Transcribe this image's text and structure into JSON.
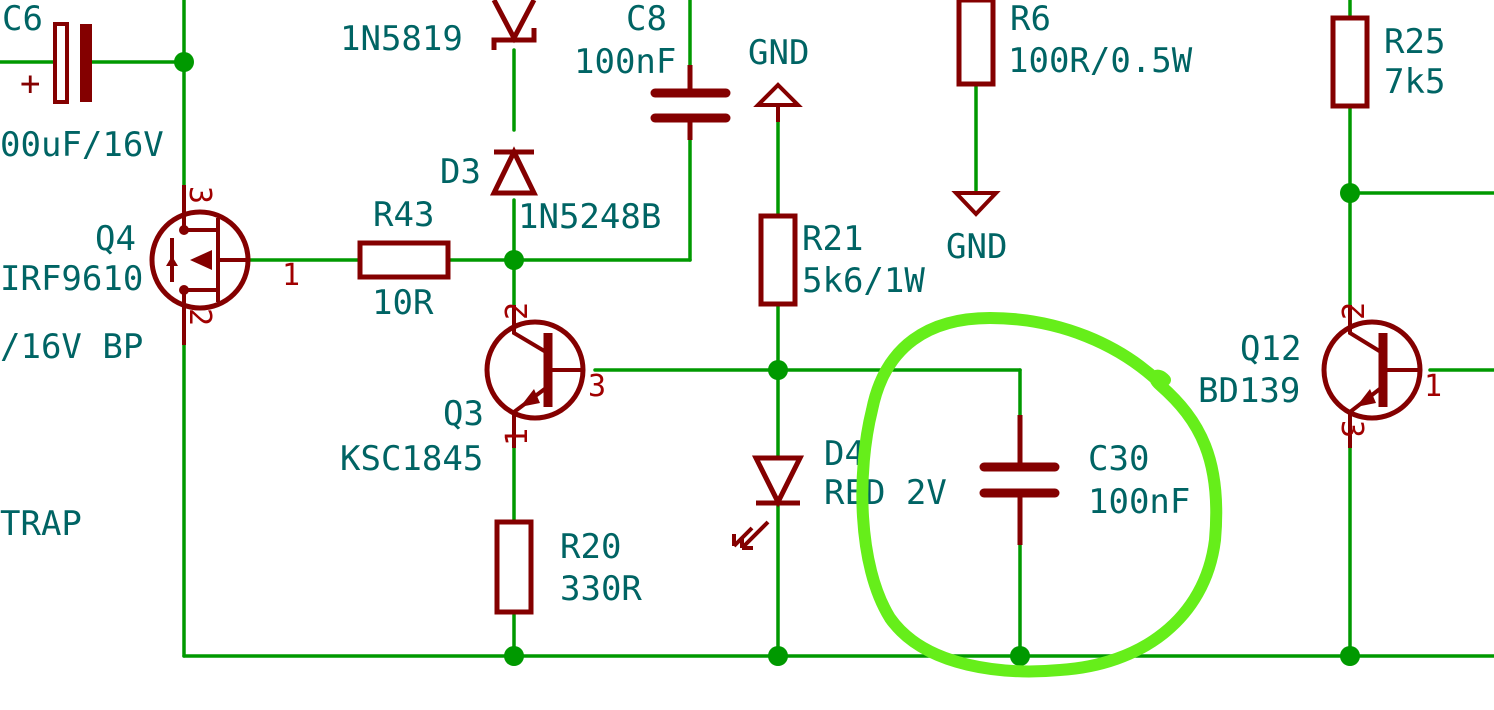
{
  "labels": {
    "c6_ref": "C6",
    "c6_plus": "+",
    "c6_value": "00uF/16V",
    "d7_value": "1N5819",
    "c8_ref": "C8",
    "c8_value": "100nF",
    "gnd_top": "GND",
    "r6_ref": "R6",
    "r6_value": "100R/0.5W",
    "gnd_r6": "GND",
    "r25_ref": "R25",
    "r25_value": "7k5",
    "d3_ref": "D3",
    "d3_value": "1N5248B",
    "q4_ref": "Q4",
    "q4_value": "IRF9610",
    "q4_pin3": "3",
    "q4_pin1": "1",
    "q4_pin2": "2",
    "r43_ref": "R43",
    "r43_value": "10R",
    "r21_ref": "R21",
    "r21_value": "5k6/1W",
    "bp_text": "/16V BP",
    "q3_ref": "Q3",
    "q3_value": "KSC1845",
    "q3_pin2": "2",
    "q3_pin3": "3",
    "q3_pin1": "1",
    "d4_ref": "D4",
    "d4_value": "RED 2V",
    "c30_ref": "C30",
    "c30_value": "100nF",
    "q12_ref": "Q12",
    "q12_value": "BD139",
    "q12_pin2": "2",
    "q12_pin1": "1",
    "q12_pin3": "3",
    "trap_text": "TRAP",
    "r20_ref": "R20",
    "r20_value": "330R"
  },
  "colors": {
    "wire": "#009900",
    "component": "#840000",
    "label": "#006464",
    "pin_number": "#a00000",
    "highlight": "#66ee1a"
  }
}
